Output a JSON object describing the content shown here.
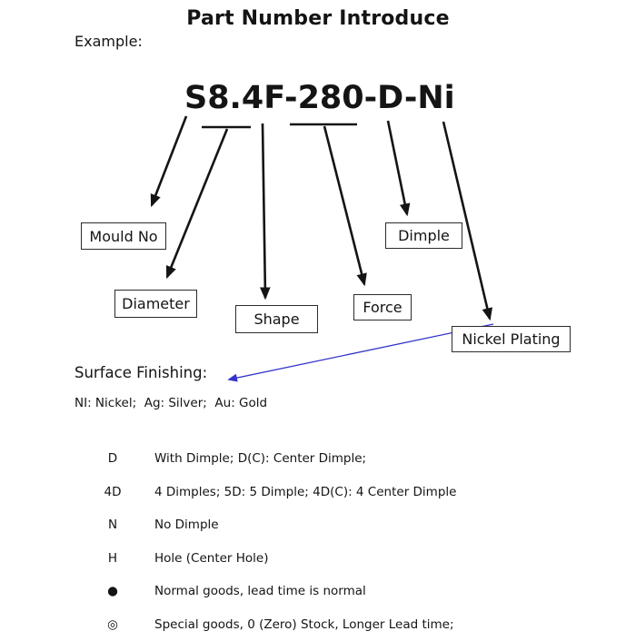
{
  "page": {
    "title": "Part Number Introduce",
    "example_label": "Example:",
    "part_number": "S8.4F-280-D-Ni"
  },
  "callouts": {
    "mould_no": "Mould No",
    "diameter": "Diameter",
    "shape": "Shape",
    "force": "Force",
    "dimple": "Dimple",
    "nickel_plating": "Nickel Plating"
  },
  "surface_finishing": {
    "heading": "Surface Finishing:",
    "options_line": "NI: Nickel;  Ag: Silver;  Au: Gold"
  },
  "legend": {
    "rows": [
      {
        "symbol": "D",
        "desc": "With Dimple; D(C): Center Dimple;"
      },
      {
        "symbol": "4D",
        "desc": "4 Dimples; 5D: 5 Dimple; 4D(C): 4 Center Dimple"
      },
      {
        "symbol": "N",
        "desc": "No Dimple"
      },
      {
        "symbol": "H",
        "desc": "Hole (Center Hole)"
      },
      {
        "symbol": "●",
        "desc": "Normal goods, lead time is normal"
      },
      {
        "symbol": "◎",
        "desc": "Special goods, 0 (Zero) Stock, Longer Lead time;"
      }
    ]
  },
  "colors": {
    "text": "#141414",
    "arrow_black": "#141414",
    "callout_arrow_blue": "#3333cc",
    "box_border": "#2b2b2b"
  }
}
